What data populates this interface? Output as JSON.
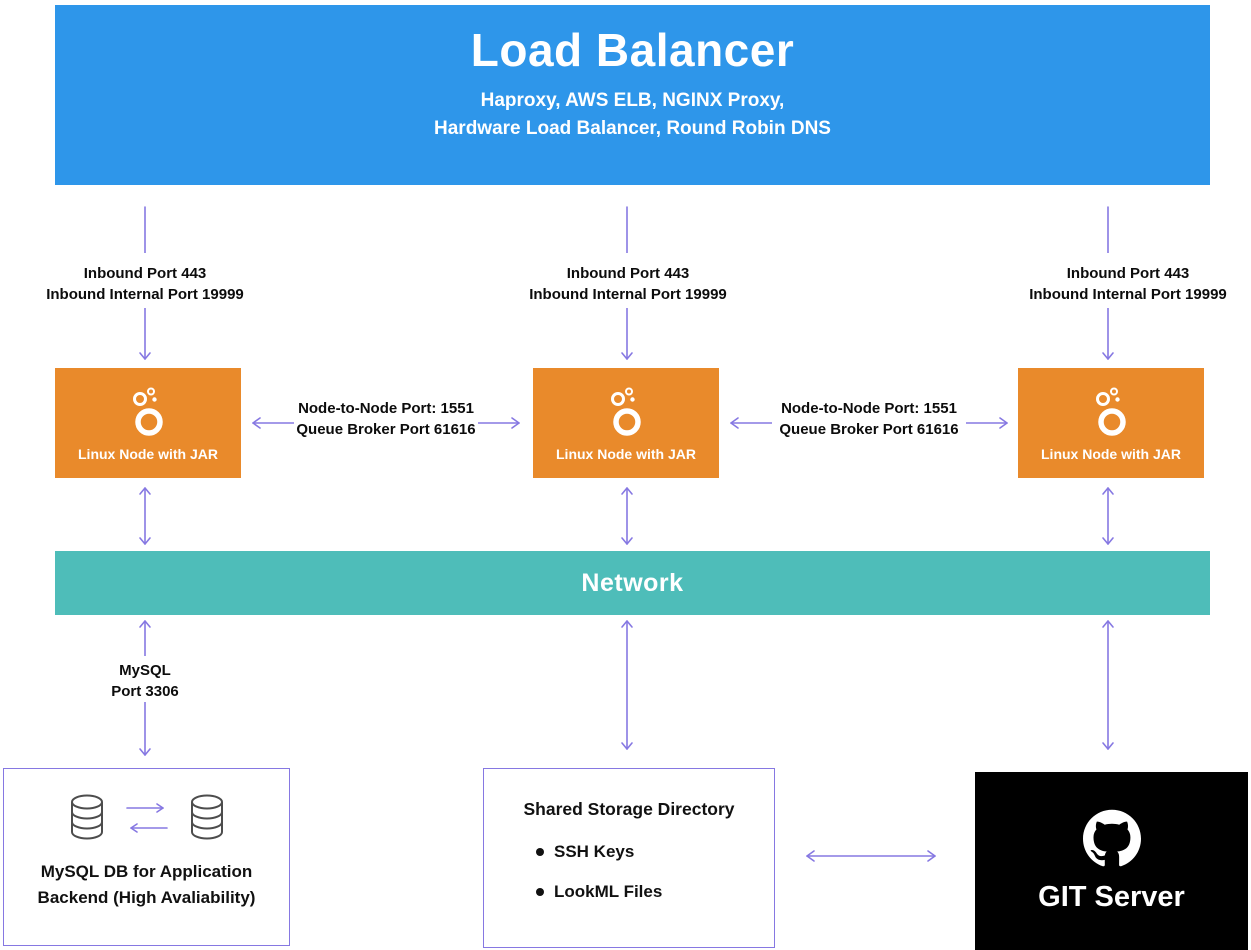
{
  "lb": {
    "title": "Load Balancer",
    "sub1": "Haproxy, AWS ELB, NGINX Proxy,",
    "sub2": "Hardware Load Balancer, Round Robin DNS"
  },
  "inbound": {
    "line1": "Inbound Port 443",
    "line2": "Inbound Internal Port 19999"
  },
  "node": {
    "label": "Linux Node with JAR"
  },
  "nodelink": {
    "line1": "Node-to-Node Port: 1551",
    "line2": "Queue Broker Port 61616"
  },
  "network": {
    "label": "Network"
  },
  "mysql_link": {
    "line1": "MySQL",
    "line2": "Port 3306"
  },
  "mysql_box": {
    "line1": "MySQL DB for Application",
    "line2": "Backend (High Avaliability)"
  },
  "storage": {
    "title": "Shared Storage Directory",
    "items": [
      "SSH Keys",
      "LookML Files"
    ]
  },
  "git": {
    "title": "GIT Server"
  },
  "colors": {
    "load_balancer_blue": "#2E96EA",
    "node_orange": "#E98A2B",
    "network_teal": "#4EBDB9",
    "arrow_purple": "#8678E2",
    "git_black": "#000000"
  }
}
